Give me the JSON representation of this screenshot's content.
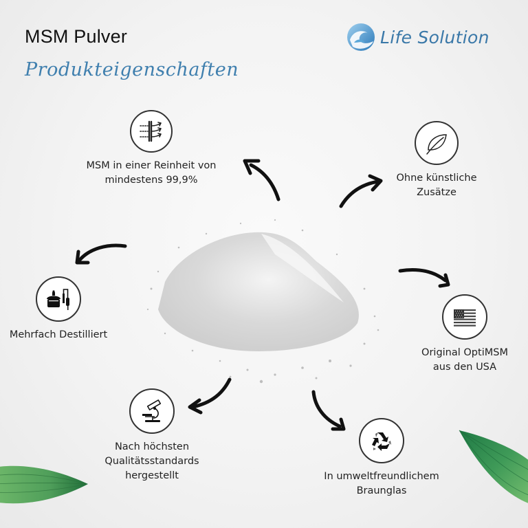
{
  "header": {
    "title": "MSM Pulver",
    "subtitle": "Produkteigenschaften"
  },
  "brand": {
    "logo_icon": "wave-icon",
    "name": "Life Solution",
    "color": "#3a78a8"
  },
  "colors": {
    "subtitle": "#3f7fae",
    "leaf_green": "#2f8a4a",
    "icon_stroke": "#222222"
  },
  "center_image": "msm-powder-pile",
  "features": [
    {
      "icon": "filter-purity-icon",
      "line1": "MSM in einer Reinheit von",
      "line2": "mindestens 99,9%"
    },
    {
      "icon": "leaf-icon",
      "line1": "Ohne künstliche",
      "line2": "Zusätze"
    },
    {
      "icon": "distillation-icon",
      "line1": "Mehrfach Destilliert",
      "line2": ""
    },
    {
      "icon": "usa-flag-icon",
      "line1": "Original OptiMSM",
      "line2": "aus den USA"
    },
    {
      "icon": "microscope-icon",
      "line1": "Nach höchsten",
      "line2": "Qualitätsstandards",
      "line3": "hergestellt"
    },
    {
      "icon": "recycle-icon",
      "line1": "In umweltfreundlichem",
      "line2": "Braunglas"
    }
  ]
}
